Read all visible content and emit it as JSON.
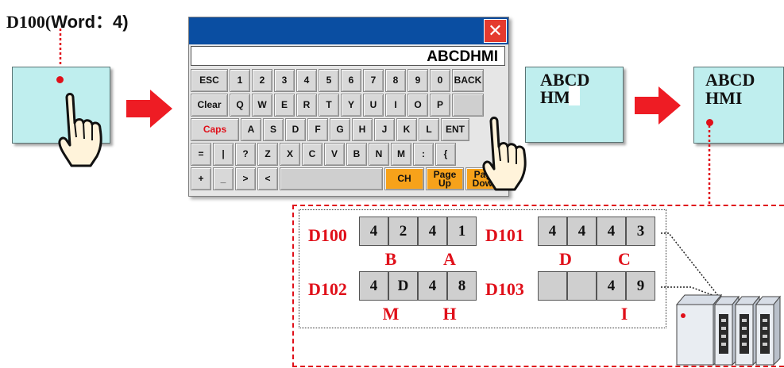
{
  "title": {
    "prefix": "D100(",
    "word": "Word",
    "suffix": "：4)"
  },
  "keyboard": {
    "display": "ABCDHMI",
    "close": "✕",
    "keys": {
      "r0": [
        "ESC",
        "1",
        "2",
        "3",
        "4",
        "5",
        "6",
        "7",
        "8",
        "9",
        "0",
        "BACK"
      ],
      "r1": [
        "Clear",
        "Q",
        "W",
        "E",
        "R",
        "T",
        "Y",
        "U",
        "I",
        "O",
        "P",
        ""
      ],
      "r2": [
        "Caps",
        "A",
        "S",
        "D",
        "F",
        "G",
        "H",
        "J",
        "K",
        "L",
        "ENT"
      ],
      "r3": [
        "=",
        "|",
        "?",
        "Z",
        "X",
        "C",
        "V",
        "B",
        "N",
        "M",
        ":",
        "{"
      ],
      "r4": [
        "+",
        "_",
        ">",
        "<",
        "",
        "CH",
        "Page Up",
        "Page Down"
      ]
    }
  },
  "screens": {
    "partial": [
      "ABCD",
      "HM"
    ],
    "full": [
      "ABCD",
      "HMI"
    ]
  },
  "registers": [
    {
      "label": "D100",
      "cells": [
        "4",
        "2",
        "4",
        "1"
      ],
      "letters": [
        "B",
        "A"
      ]
    },
    {
      "label": "D101",
      "cells": [
        "4",
        "4",
        "4",
        "3"
      ],
      "letters": [
        "D",
        "C"
      ]
    },
    {
      "label": "D102",
      "cells": [
        "4",
        "D",
        "4",
        "8"
      ],
      "letters": [
        "M",
        "H"
      ]
    },
    {
      "label": "D103",
      "cells": [
        "",
        "",
        "4",
        "9"
      ],
      "letters": [
        "I"
      ]
    }
  ],
  "colors": {
    "accent": "#e0101a",
    "screen": "#bfeeee",
    "titlebar": "#0a4ea2",
    "orange": "#f7a21a"
  },
  "icons": [
    "hand-pointer-icon",
    "right-arrow-icon",
    "plc-device-icon",
    "close-icon"
  ]
}
